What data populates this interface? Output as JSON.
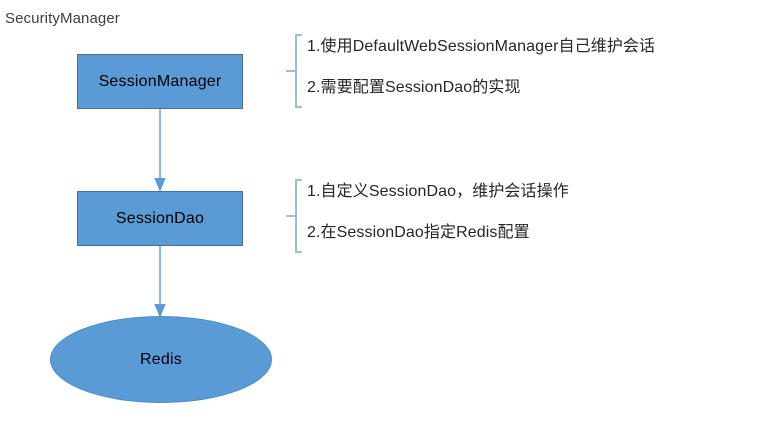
{
  "diagram": {
    "title": "SecurityManager",
    "nodes": [
      {
        "id": "session-manager",
        "label": "SessionManager",
        "shape": "rectangle"
      },
      {
        "id": "session-dao",
        "label": "SessionDao",
        "shape": "rectangle"
      },
      {
        "id": "redis",
        "label": "Redis",
        "shape": "ellipse"
      }
    ],
    "annotations": [
      {
        "id": "session-manager-notes",
        "lines": [
          "1.使用DefaultWebSessionManager自己维护会话",
          "2.需要配置SessionDao的实现"
        ]
      },
      {
        "id": "session-dao-notes",
        "lines": [
          "1.自定义SessionDao，维护会话操作",
          "2.在SessionDao指定Redis配置"
        ]
      }
    ],
    "colors": {
      "node_fill": "#5b9bd5",
      "node_border": "#41719c",
      "connector": "#5b9bd5",
      "bracket": "#8eb4e3",
      "title_text": "#3f3f3f",
      "annotation_text": "#262626",
      "node_text": "#000000",
      "background": "#ffffff"
    }
  }
}
